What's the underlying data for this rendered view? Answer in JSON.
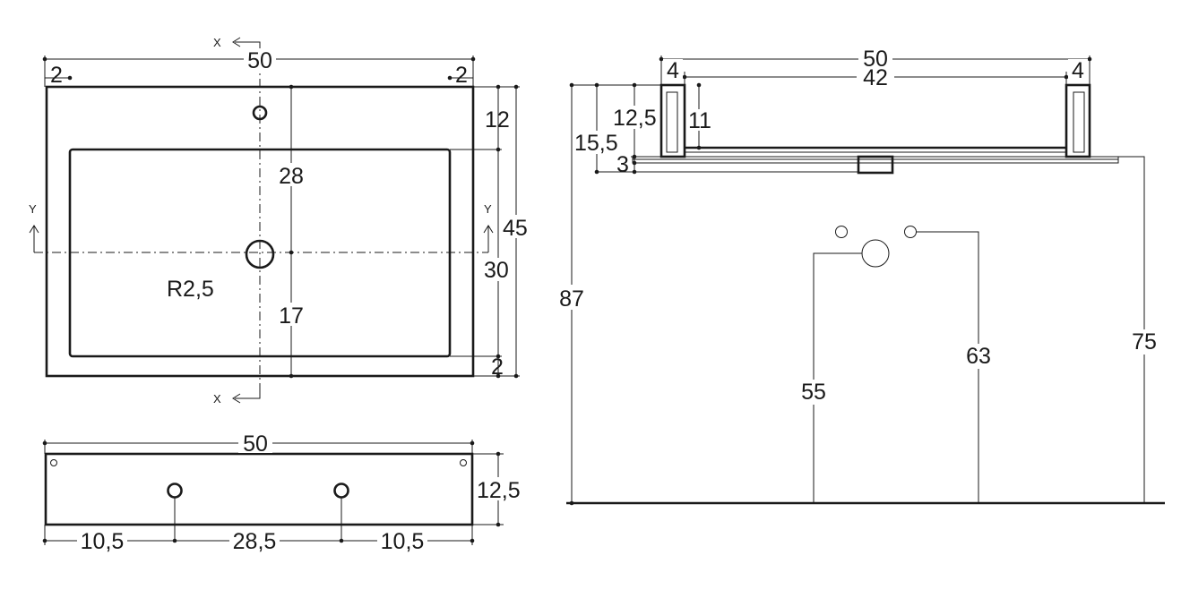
{
  "axes": {
    "x": "X",
    "y": "Y"
  },
  "top_view": {
    "width": "50",
    "depth": "45",
    "rim_left": "2",
    "rim_right": "2",
    "rim_back": "12",
    "rim_front": "2",
    "bowl_depth": "30",
    "drain_to_back": "28",
    "drain_to_front": "17",
    "corner_radius": "R2,5"
  },
  "front_view": {
    "width": "50",
    "height": "12,5",
    "hole_left": "10,5",
    "hole_spacing": "28,5",
    "hole_right": "10,5"
  },
  "side_view": {
    "width": "50",
    "inner_width": "42",
    "wall_left": "4",
    "wall_right": "4",
    "height_12_5": "12,5",
    "height_15_5": "15,5",
    "inner_depth": "11",
    "shelf": "3",
    "floor_to_top": "87",
    "floor_to_drain": "55",
    "floor_to_supply": "63",
    "floor_to_shelf": "75"
  }
}
